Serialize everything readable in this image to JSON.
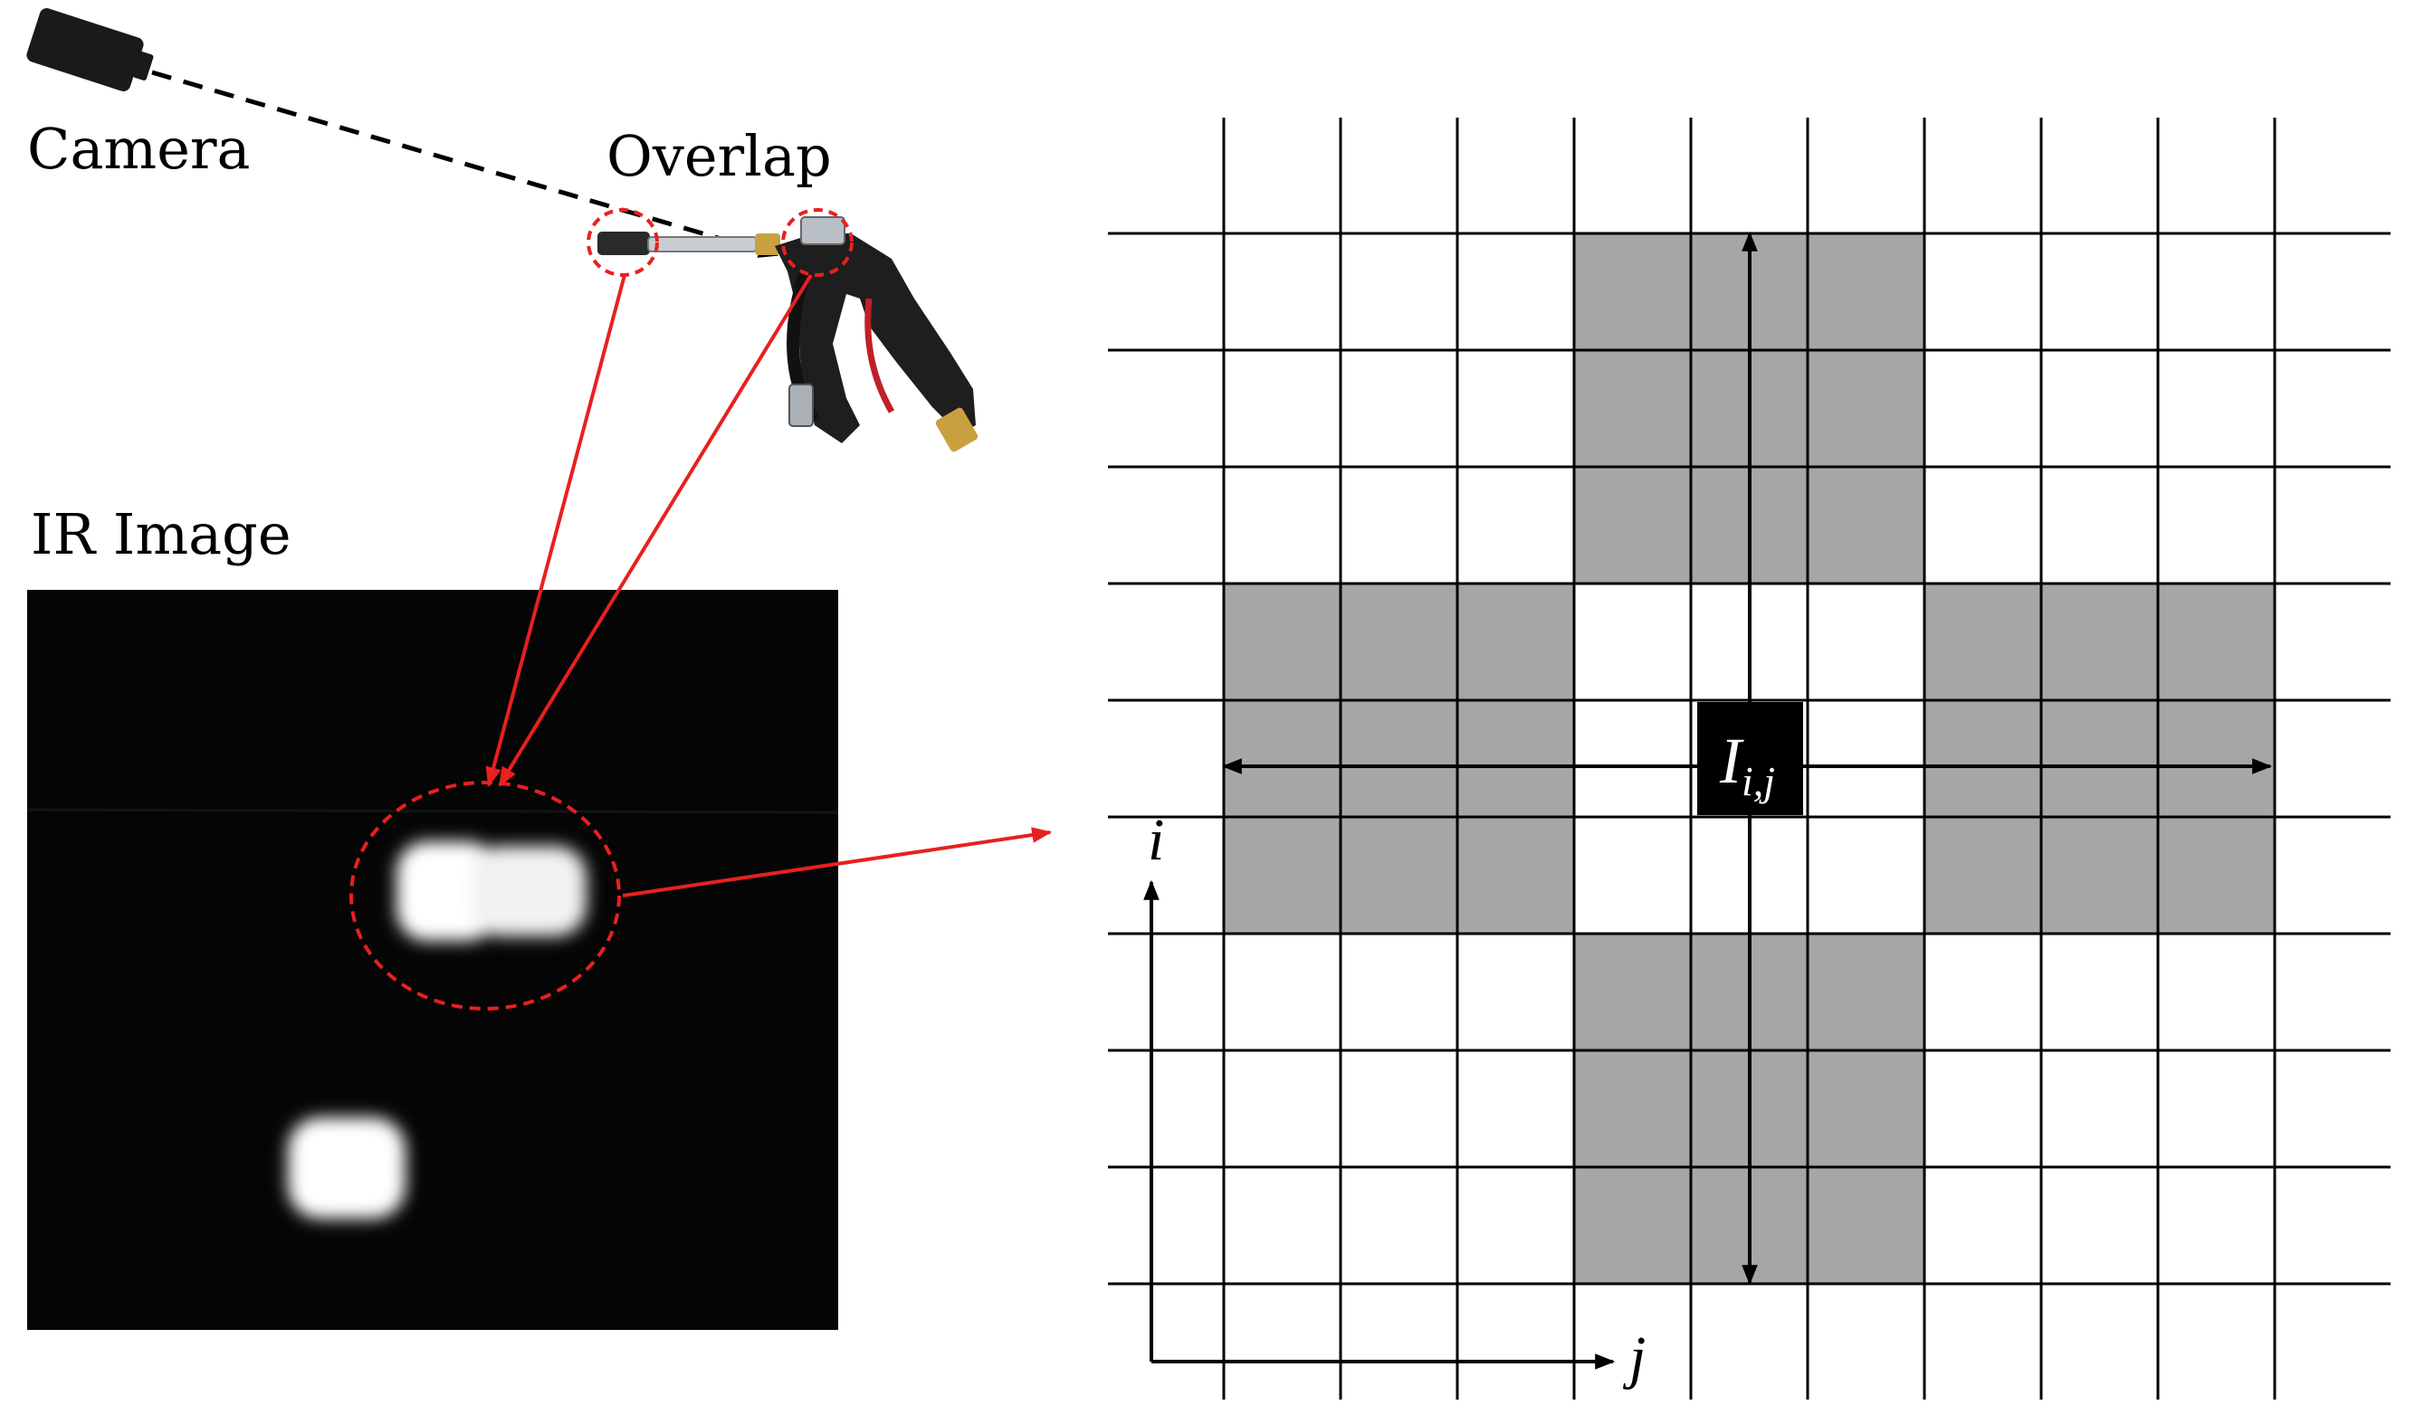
{
  "labels": {
    "camera": "Camera",
    "overlap": "Overlap",
    "ir_image": "IR Image",
    "center_cell": "I",
    "center_cell_sub": "i,j",
    "axis_i": "i",
    "axis_j": "j"
  },
  "grid": {
    "rows": 9,
    "cols": 9,
    "center": [
      4,
      4
    ],
    "shaded_cells": [
      [
        0,
        3
      ],
      [
        0,
        4
      ],
      [
        0,
        5
      ],
      [
        1,
        3
      ],
      [
        1,
        4
      ],
      [
        1,
        5
      ],
      [
        2,
        3
      ],
      [
        2,
        4
      ],
      [
        2,
        5
      ],
      [
        3,
        0
      ],
      [
        3,
        1
      ],
      [
        3,
        2
      ],
      [
        3,
        6
      ],
      [
        3,
        7
      ],
      [
        3,
        8
      ],
      [
        4,
        0
      ],
      [
        4,
        1
      ],
      [
        4,
        2
      ],
      [
        4,
        6
      ],
      [
        4,
        7
      ],
      [
        4,
        8
      ],
      [
        5,
        0
      ],
      [
        5,
        1
      ],
      [
        5,
        2
      ],
      [
        5,
        6
      ],
      [
        5,
        7
      ],
      [
        5,
        8
      ],
      [
        6,
        3
      ],
      [
        6,
        4
      ],
      [
        6,
        5
      ],
      [
        7,
        3
      ],
      [
        7,
        4
      ],
      [
        7,
        5
      ],
      [
        8,
        3
      ],
      [
        8,
        4
      ],
      [
        8,
        5
      ]
    ]
  },
  "colors": {
    "shade": "#a6a6a6",
    "center": "#000000",
    "highlight": "#e8201e",
    "ir_background": "#050505"
  }
}
